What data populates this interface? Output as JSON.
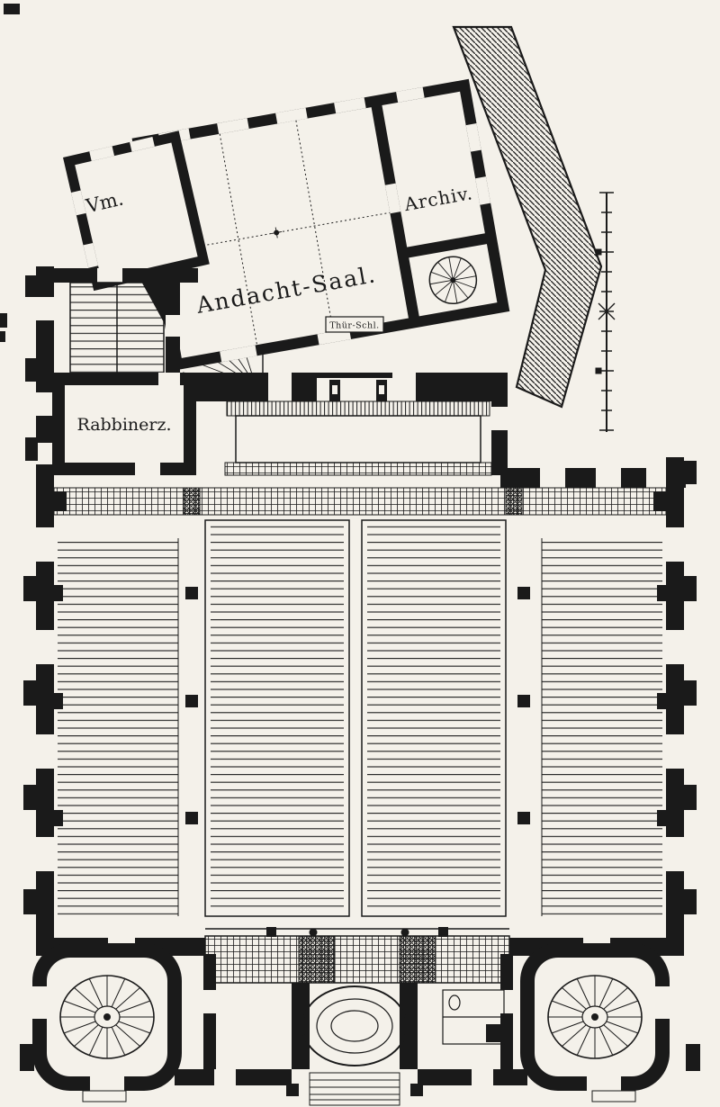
{
  "plan": {
    "colors": {
      "paper": "#f4f1ea",
      "ink": "#1a1a1a"
    },
    "rooms": {
      "vm": {
        "label": "Vm."
      },
      "andacht_saal": {
        "label": "Andacht-Saal."
      },
      "archiv": {
        "label": "Archiv."
      },
      "rabbinerzimmer": {
        "label": "Rabbinerz."
      },
      "door_note": {
        "label": "Thür-Schl."
      }
    }
  }
}
